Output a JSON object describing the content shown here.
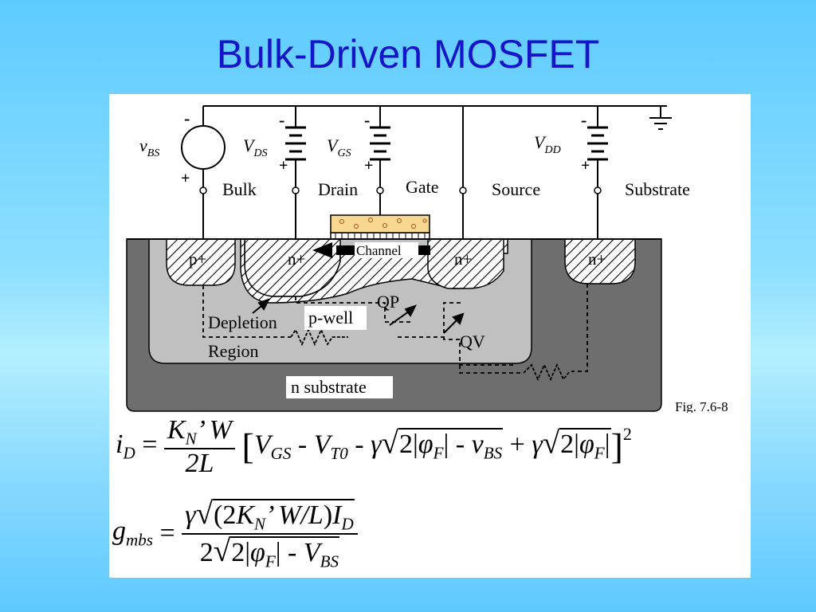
{
  "slide": {
    "title": "Bulk-Driven MOSFET"
  },
  "figure": {
    "sources": {
      "vbs": "v",
      "vbs_sub": "BS",
      "vds": "V",
      "vds_sub": "DS",
      "vgs": "V",
      "vgs_sub": "GS",
      "vdd": "V",
      "vdd_sub": "DD",
      "minus": "-",
      "plus": "+"
    },
    "terminals": [
      "Bulk",
      "Drain",
      "Gate",
      "Source",
      "Substrate"
    ],
    "regions": {
      "p_plus": "p+",
      "n_plus_drain": "n+",
      "n_plus_source": "n+",
      "n_plus_substrate": "n+",
      "channel": "Channel",
      "qp": "QP",
      "qv": "QV",
      "depletion": "Depletion",
      "region": "Region",
      "p_well": "p-well",
      "n_substrate": "n substrate"
    },
    "caption": "Fig. 7.6-8",
    "colors": {
      "n_substrate": "#6e6e6e",
      "p_well": "#c0c0c0",
      "gate": "#f8d890",
      "title": "#1414c8"
    }
  },
  "equations": {
    "id": {
      "lhs_var": "i",
      "lhs_sub": "D",
      "eq": "=",
      "num_k": "K",
      "num_k_sub": "N",
      "num_rest": "’ W",
      "den": "2L",
      "vgs": "V",
      "vgs_sub": "GS",
      "minus1": " - ",
      "vt0": "V",
      "vt0_sub": "T0",
      "minus2": " - ",
      "gamma": "γ",
      "two": "2|",
      "phi": "φ",
      "phi_sub": "F",
      "bar": "| - ",
      "vbs": "v",
      "vbs_sub": "BS",
      "plus": " + ",
      "gamma2": "γ",
      "two2": "2|",
      "phi2": "φ",
      "phi2_sub": "F",
      "bar2": "|",
      "exp": "2"
    },
    "gmbs": {
      "lhs_var": "g",
      "lhs_sub": "mbs",
      "eq": "=",
      "num_gamma": "γ",
      "num_open": "(2",
      "num_k": "K",
      "num_k_sub": "N",
      "num_mid": "’ W/",
      "num_l": "L",
      "num_close": ")",
      "num_i": "I",
      "num_i_sub": "D",
      "den_two": "2",
      "den_inner_two": "2|",
      "den_phi": "φ",
      "den_phi_sub": "F",
      "den_bar": "| - ",
      "den_v": "V",
      "den_v_sub": "BS"
    }
  }
}
